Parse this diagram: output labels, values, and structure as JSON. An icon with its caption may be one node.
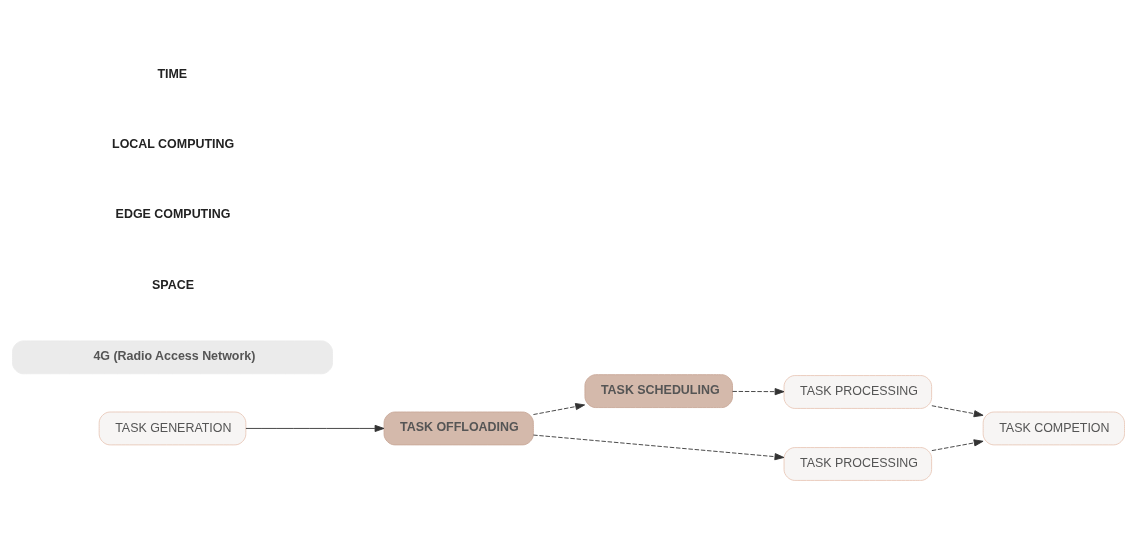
{
  "diagram": {
    "nodes": [
      {
        "text": [
          "TASK SCHEDULING"
        ]
      },
      {
        "text": [
          "TASK PROCESSING"
        ]
      },
      {
        "text": [
          "4G (Radio Access Network)"
        ]
      },
      {
        "text": [
          "TASK GENERATION"
        ]
      },
      {
        "text": [
          "TASK OFFLOADING"
        ]
      },
      {
        "text": [
          "TASK PROCESSING"
        ]
      },
      {
        "text": [
          "TASK COMPETION"
        ]
      }
    ],
    "edges": [
      {
        "from": 3,
        "to": 4,
        "arrow": "to"
      },
      {
        "from": 4,
        "to": 0,
        "arrow": "to",
        "style": "dashed"
      },
      {
        "from": 0,
        "to": 1,
        "arrow": "to",
        "style": "dashed"
      },
      {
        "from": 1,
        "to": 6,
        "arrow": "to",
        "style": "dashed"
      },
      {
        "from": 4,
        "to": 5,
        "arrow": "to",
        "style": "dashed"
      },
      {
        "from": 5,
        "to": 6,
        "arrow": "to",
        "style": "dashed"
      }
    ],
    "labels": [
      "SPACE",
      "EDGE COMPUTING",
      "LOCAL COMPUTING",
      "TIME"
    ]
  }
}
